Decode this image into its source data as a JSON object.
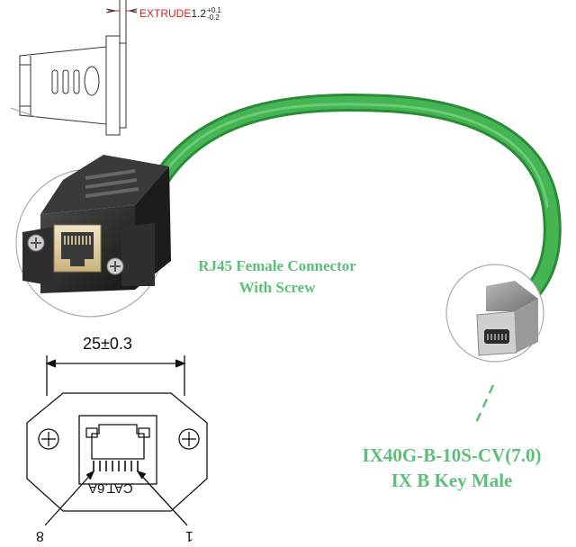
{
  "top_drawing": {
    "extrude_label": "EXTRUDE",
    "extrude_value": "1.2",
    "tol_plus": "+0.1",
    "tol_minus": "-0.2"
  },
  "female_label": {
    "line1": "RJ45 Female Connector",
    "line2": "With Screw"
  },
  "male_label": {
    "line1": "IX40G-B-10S-CV(7.0)",
    "line2": "IX B Key Male"
  },
  "bottom_drawing": {
    "width_dim": "25±0.3",
    "jack_text": "CAT.6A",
    "pin_left": "8",
    "pin_right": "1"
  },
  "colors": {
    "cable": "#3db04a",
    "cable_dark": "#2a8c36",
    "label_green": "#5cc07a",
    "dim_red": "#d81f1f",
    "connector_black": "#2a2a2a"
  }
}
